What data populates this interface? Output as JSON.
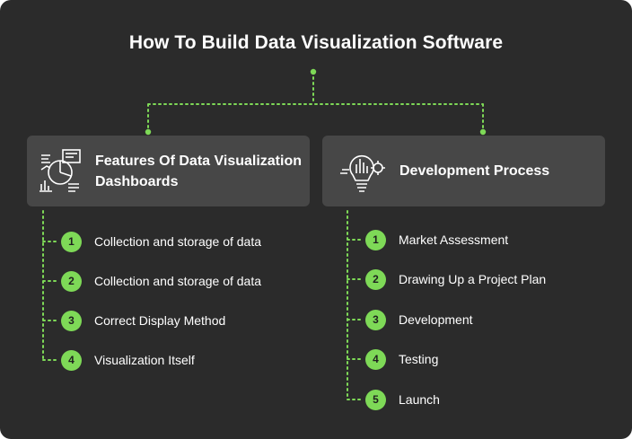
{
  "title": "How To Build Data Visualization Software",
  "colors": {
    "background": "#2b2b2b",
    "card": "#474747",
    "accent": "#7ed957",
    "text": "#ffffff"
  },
  "left": {
    "heading": "Features Of Data Visualization Dashboards",
    "icon": "dashboard-charts-icon",
    "items": [
      {
        "number": "1",
        "label": "Collection and storage of data"
      },
      {
        "number": "2",
        "label": "Collection and storage of data"
      },
      {
        "number": "3",
        "label": "Correct Display Method"
      },
      {
        "number": "4",
        "label": "Visualization Itself"
      }
    ]
  },
  "right": {
    "heading": "Development Process",
    "icon": "lightbulb-gear-icon",
    "items": [
      {
        "number": "1",
        "label": "Market Assessment"
      },
      {
        "number": "2",
        "label": "Drawing Up a Project Plan"
      },
      {
        "number": "3",
        "label": "Development"
      },
      {
        "number": "4",
        "label": "Testing"
      },
      {
        "number": "5",
        "label": "Launch"
      }
    ]
  }
}
